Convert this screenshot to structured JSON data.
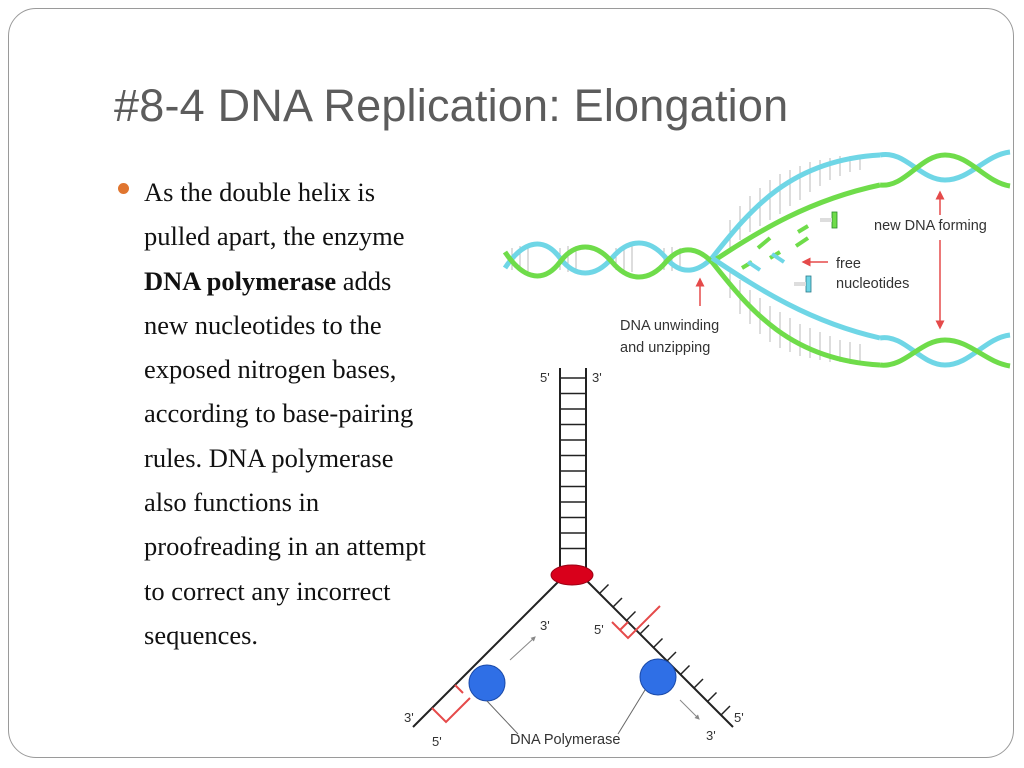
{
  "slide": {
    "title": "#8-4 DNA Replication: Elongation",
    "bullet": {
      "line1": "As the double helix is",
      "line2": "pulled apart, the enzyme",
      "line3_bold": "DNA polymerase",
      "line3_rest": " adds",
      "line4": "new nucleotides to the",
      "line5": "exposed nitrogen bases,",
      "line6": "according to base-pairing",
      "line7": "rules.  DNA polymerase",
      "line8": "also functions in",
      "line9": "proofreading in an attempt",
      "line10": "to correct any incorrect",
      "line11": "sequences."
    }
  },
  "helix_diagram": {
    "label_new_dna": "new DNA forming",
    "label_free_1": "free",
    "label_free_2": "nucleotides",
    "label_unwind_1": "DNA unwinding",
    "label_unwind_2": "and unzipping"
  },
  "fork_diagram": {
    "label_top_left": "5'",
    "label_top_right": "3'",
    "label_left_inner": "3'",
    "label_right_inner": "5'",
    "label_bottom_left_outer": "3'",
    "label_bottom_left_inner": "5'",
    "label_bottom_right_outer": "5'",
    "label_bottom_right_inner": "3'",
    "label_polymerase": "DNA Polymerase"
  },
  "colors": {
    "accent_bullet": "#e0752f",
    "strand_green": "#6fdc4a",
    "strand_cyan": "#6fd6e6",
    "arrow_red": "#e54a4a",
    "polymerase_blue": "#2f6fe6",
    "helicase_red": "#d9001b"
  }
}
